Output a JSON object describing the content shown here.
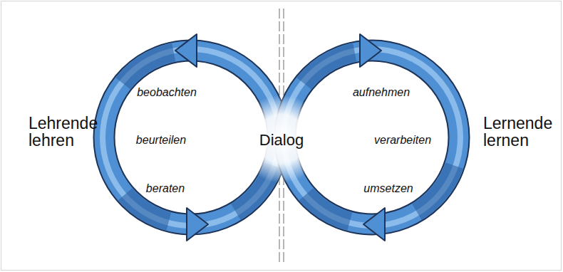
{
  "diagram": {
    "nodes": [
      {
        "text": [
          "Lehrende lehren",
          "beobachten",
          "beurteilen",
          "beraten"
        ]
      },
      {
        "text": [
          "Lernende lernen",
          "aufnehmen",
          "verarbeiten",
          "umsetzen"
        ]
      }
    ],
    "labels": [
      "Dialog"
    ]
  }
}
